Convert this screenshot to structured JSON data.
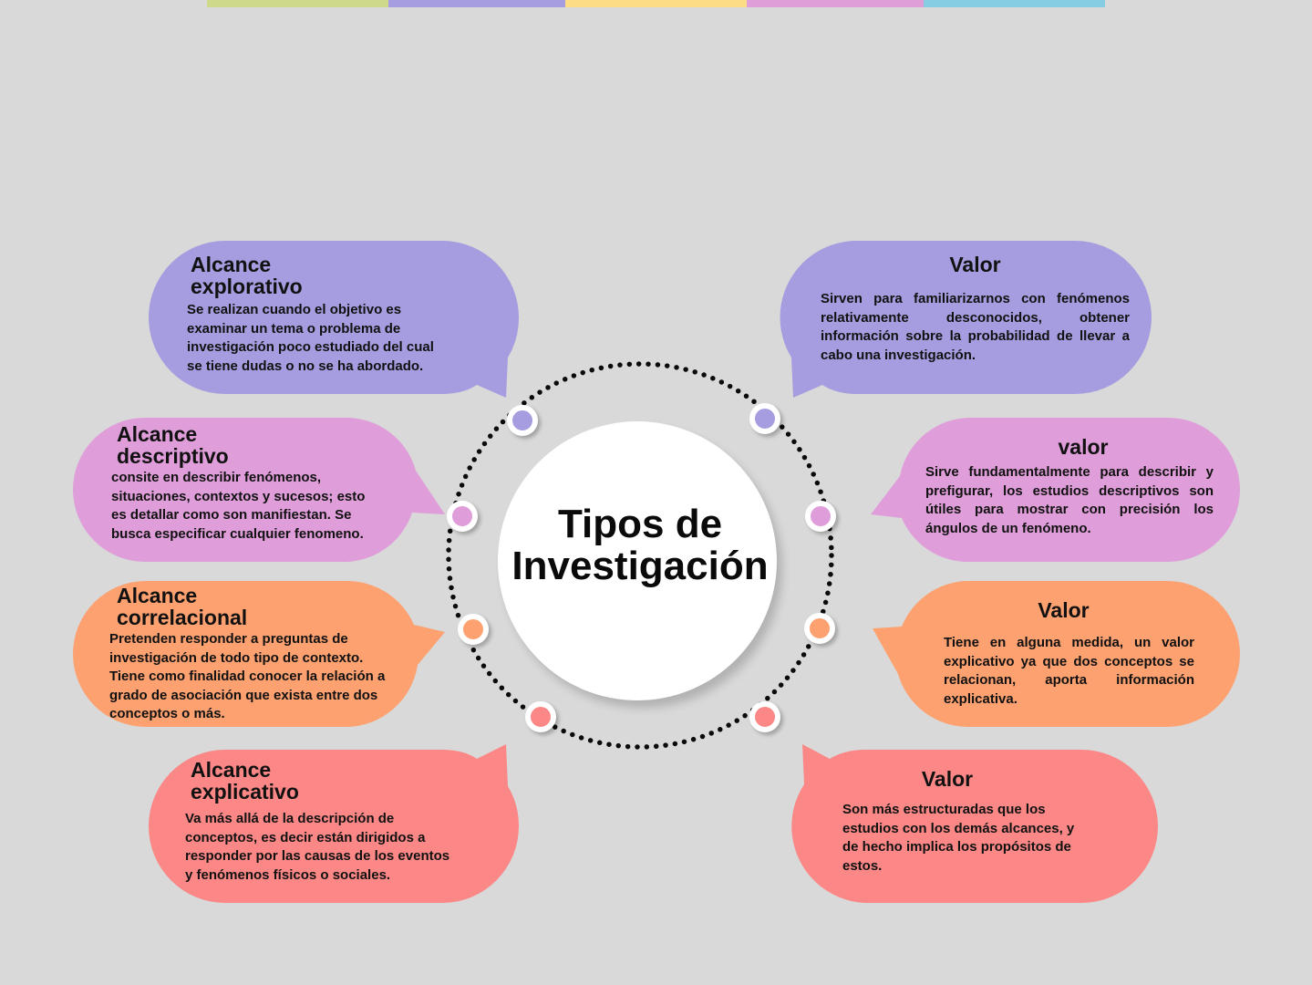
{
  "top_bar": {
    "segments": [
      {
        "color": "#cfd98c",
        "width": 199
      },
      {
        "color": "#a59de0",
        "width": 194
      },
      {
        "color": "#fddc86",
        "width": 199
      },
      {
        "color": "#e09ed8",
        "width": 194
      },
      {
        "color": "#87cde2",
        "width": 199
      }
    ]
  },
  "center": {
    "title_line1": "Tipos de",
    "title_line2": "Investigación"
  },
  "colors": {
    "background": "#d9d9d9",
    "purple": "#a59de0",
    "pink": "#df9ed9",
    "orange": "#fda170",
    "red": "#fb8886",
    "dots": "#0a0a0a"
  },
  "left": [
    {
      "title_line1": "Alcance",
      "title_line2": "explorativo",
      "text_lines": [
        "Se realizan cuando el objetivo es",
        "examinar un tema o problema de",
        "investigación poco estudiado del cual",
        "se tiene dudas o no se ha abordado."
      ]
    },
    {
      "title_line1": "Alcance",
      "title_line2": "descriptivo",
      "text_lines": [
        "consite en describir fenómenos,",
        "situaciones, contextos y sucesos; esto",
        "es detallar como son manifiestan. Se",
        "busca especificar cualquier fenomeno."
      ]
    },
    {
      "title_line1": "Alcance",
      "title_line2": "correlacional",
      "text_lines": [
        "Pretenden responder a preguntas de",
        "investigación de todo tipo de contexto.",
        "Tiene como finalidad conocer la relación a",
        "grado de asociación que exista entre dos",
        "conceptos o más."
      ]
    },
    {
      "title_line1": "Alcance",
      "title_line2": "explicativo",
      "text_lines": [
        "Va más allá de la descripción de",
        "conceptos, es decir están dirigidos a",
        "responder por las causas de los eventos",
        "y fenómenos físicos o sociales."
      ]
    }
  ],
  "right": [
    {
      "title": "Valor",
      "text": "Sirven para familiarizarnos con fenómenos relativamente desconocidos, obtener información sobre la probabilidad de llevar a cabo una investigación."
    },
    {
      "title": "valor",
      "text": "Sirve fundamentalmente para describir y prefigurar, los estudios descriptivos son útiles para mostrar con precisión los ángulos de un fenómeno."
    },
    {
      "title": "Valor",
      "text": "Tiene en alguna medida, un valor explicativo ya que dos conceptos se relacionan, aporta información explicativa."
    },
    {
      "title": "Valor",
      "text_lines": [
        "Son más estructuradas que los",
        "estudios con los demás alcances, y",
        "de hecho implica los propósitos de",
        "estos."
      ]
    }
  ]
}
